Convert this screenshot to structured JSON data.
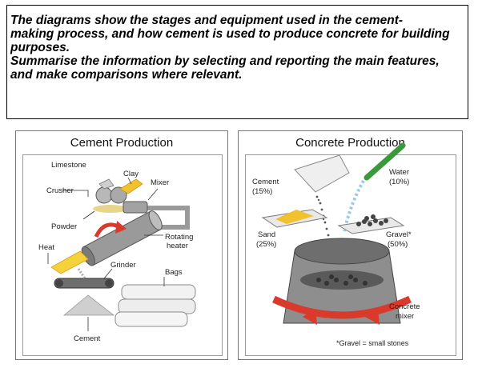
{
  "task": {
    "line1": "The diagrams show the stages and equipment used in the cement-",
    "line2": "making process, and how cement is used to produce concrete for building",
    "line3": "purposes.",
    "line4": "Summarise the information by selecting and reporting the main features,",
    "line5": "and make comparisons where relevant."
  },
  "cement_diagram": {
    "title": "Cement Production",
    "labels": {
      "limestone": "Limestone",
      "clay": "Clay",
      "crusher": "Crusher",
      "mixer": "Mixer",
      "powder": "Powder",
      "rotating": "Rotating",
      "heater": "heater",
      "heat": "Heat",
      "grinder": "Grinder",
      "bags": "Bags",
      "cement": "Cement"
    }
  },
  "concrete_diagram": {
    "title": "Concrete Production",
    "labels": {
      "cement": "Cement",
      "cement_pct": "(15%)",
      "water": "Water",
      "water_pct": "(10%)",
      "sand": "Sand",
      "sand_pct": "(25%)",
      "gravel": "Gravel*",
      "gravel_pct": "(50%)",
      "concrete": "Concrete",
      "mixer": "mixer"
    },
    "footnote": "*Gravel = small stones"
  },
  "colors": {
    "arrow_red": "#d93a2b",
    "yellow_powder": "#f2c12e",
    "water_green": "#3a9a3a",
    "metal_gray": "#8e8e8e"
  }
}
